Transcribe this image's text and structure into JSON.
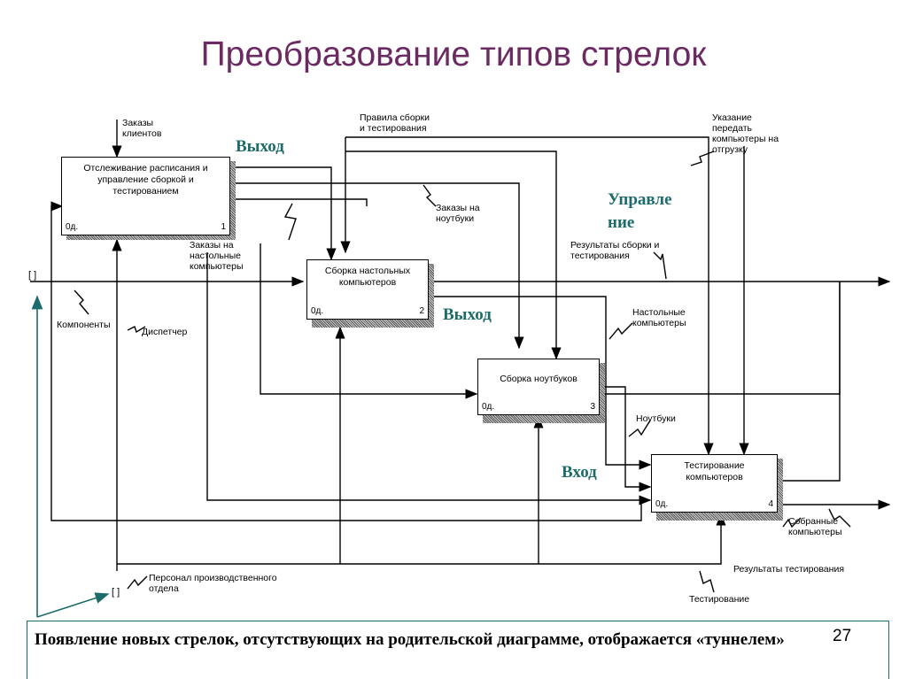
{
  "title": "Преобразование типов стрелок",
  "boxes": [
    {
      "text": "Отслеживание расписания и управление сборкой и тестированием",
      "code": "0д.",
      "num": "1"
    },
    {
      "text": "Сборка настольных компьютеров",
      "code": "0д.",
      "num": "2"
    },
    {
      "text": "Сборка ноутбуков",
      "code": "0д.",
      "num": "3"
    },
    {
      "text": "Тестирование компьютеров",
      "code": "0д.",
      "num": "4"
    }
  ],
  "labels": {
    "client_orders": "Заказы\nклиентов",
    "assembly_rules": "Правила сборки\nи тестирования",
    "ship_instruction": "Указание\nпередать\nкомпьютеры на\nотгрузку",
    "notebook_orders": "Заказы на\nноутбуки",
    "desktop_orders": "Заказы на\nнастольные\nкомпьютеры",
    "assembly_results": "Результаты сборки и\nтестирования",
    "components": "Компоненты",
    "dispatcher": "Диспетчер",
    "desktops": "Настольные\nкомпьютеры",
    "notebooks": "Ноутбуки",
    "assembled": "Собранные\nкомпьютеры",
    "test_results": "Результаты тестирования",
    "personnel": "Персонал производственного\nотдела",
    "testing": "Тестирование"
  },
  "tunnels": {
    "left": "[ ]",
    "bottom": "[ ]"
  },
  "annotations": {
    "output1": "Выход",
    "control": "Управле\nние",
    "output2": "Выход",
    "input": "Вход"
  },
  "note": "Появление новых стрелок, отсутствующих на родительской диаграмме, отображается «туннелем»",
  "page_number": "27",
  "colors": {
    "title": "#6b2a62",
    "annotation": "#1d6b6b",
    "line": "#000000"
  }
}
